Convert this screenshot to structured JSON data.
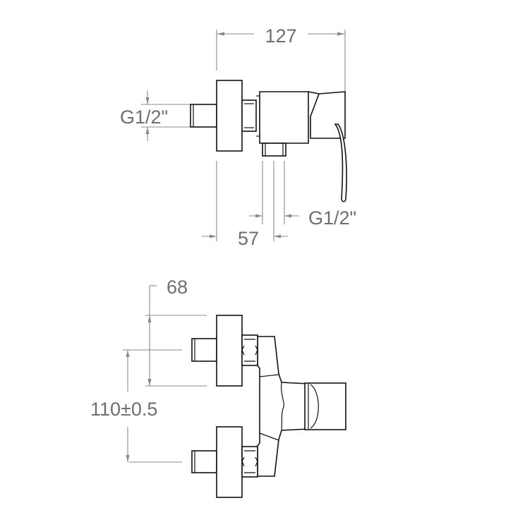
{
  "drawing": {
    "top_view": {
      "overall_length": "127",
      "inlet_thread": "G1/2\"",
      "outlet_thread": "G1/2\"",
      "outlet_offset": "57"
    },
    "bottom_view": {
      "flange_diameter": "68",
      "inlet_spacing": "110±0.5"
    },
    "colors": {
      "outline": "#111111",
      "dimension": "#8a8a8a",
      "label": "#6e6e6e"
    }
  }
}
